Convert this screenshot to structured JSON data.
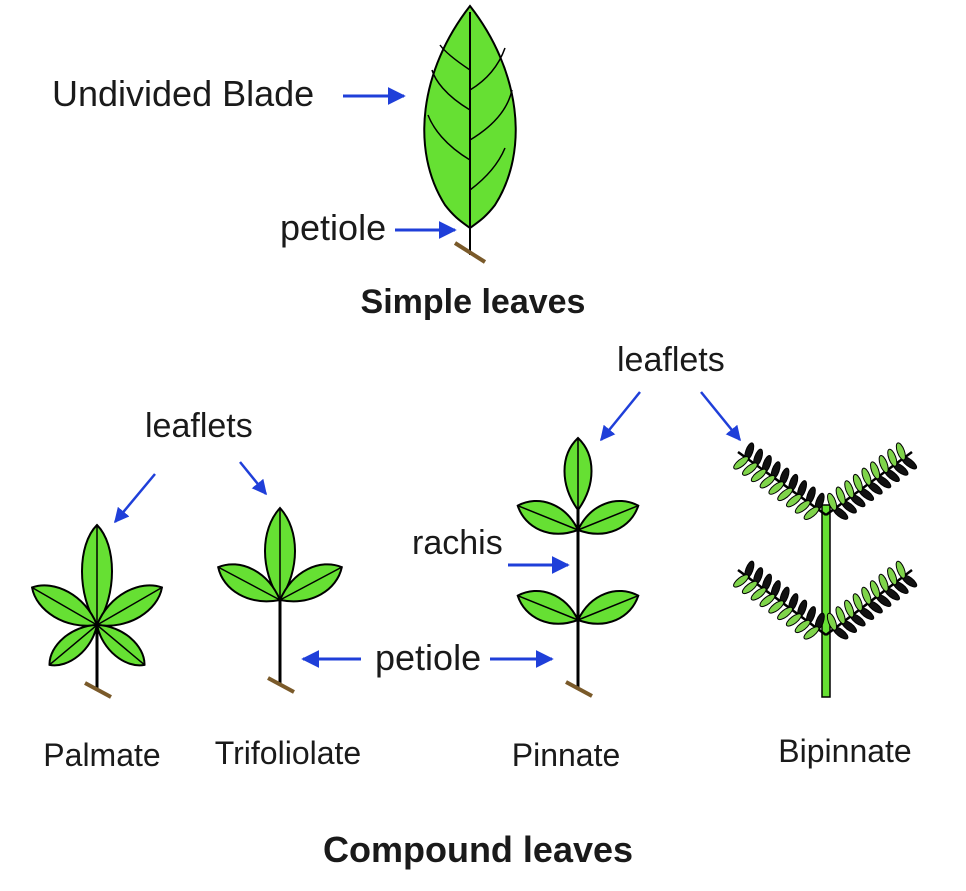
{
  "labels": {
    "undivided_blade": "Undivided Blade",
    "simple_petiole": "petiole",
    "simple_leaves": "Simple leaves",
    "leaflets_left": "leaflets",
    "leaflets_right": "leaflets",
    "rachis": "rachis",
    "compound_petiole": "petiole",
    "palmate": "Palmate",
    "trifoliolate": "Trifoliolate",
    "pinnate": "Pinnate",
    "bipinnate": "Bipinnate",
    "compound_leaves": "Compound leaves"
  },
  "colors": {
    "leaf_fill": "#66e033",
    "leaf_stroke": "#000000",
    "bipinnate_fill": "#7fd44a",
    "arrow": "#1f3fd9",
    "stem": "#000000",
    "base": "#7a5a2a",
    "text": "#1a1a1a"
  }
}
